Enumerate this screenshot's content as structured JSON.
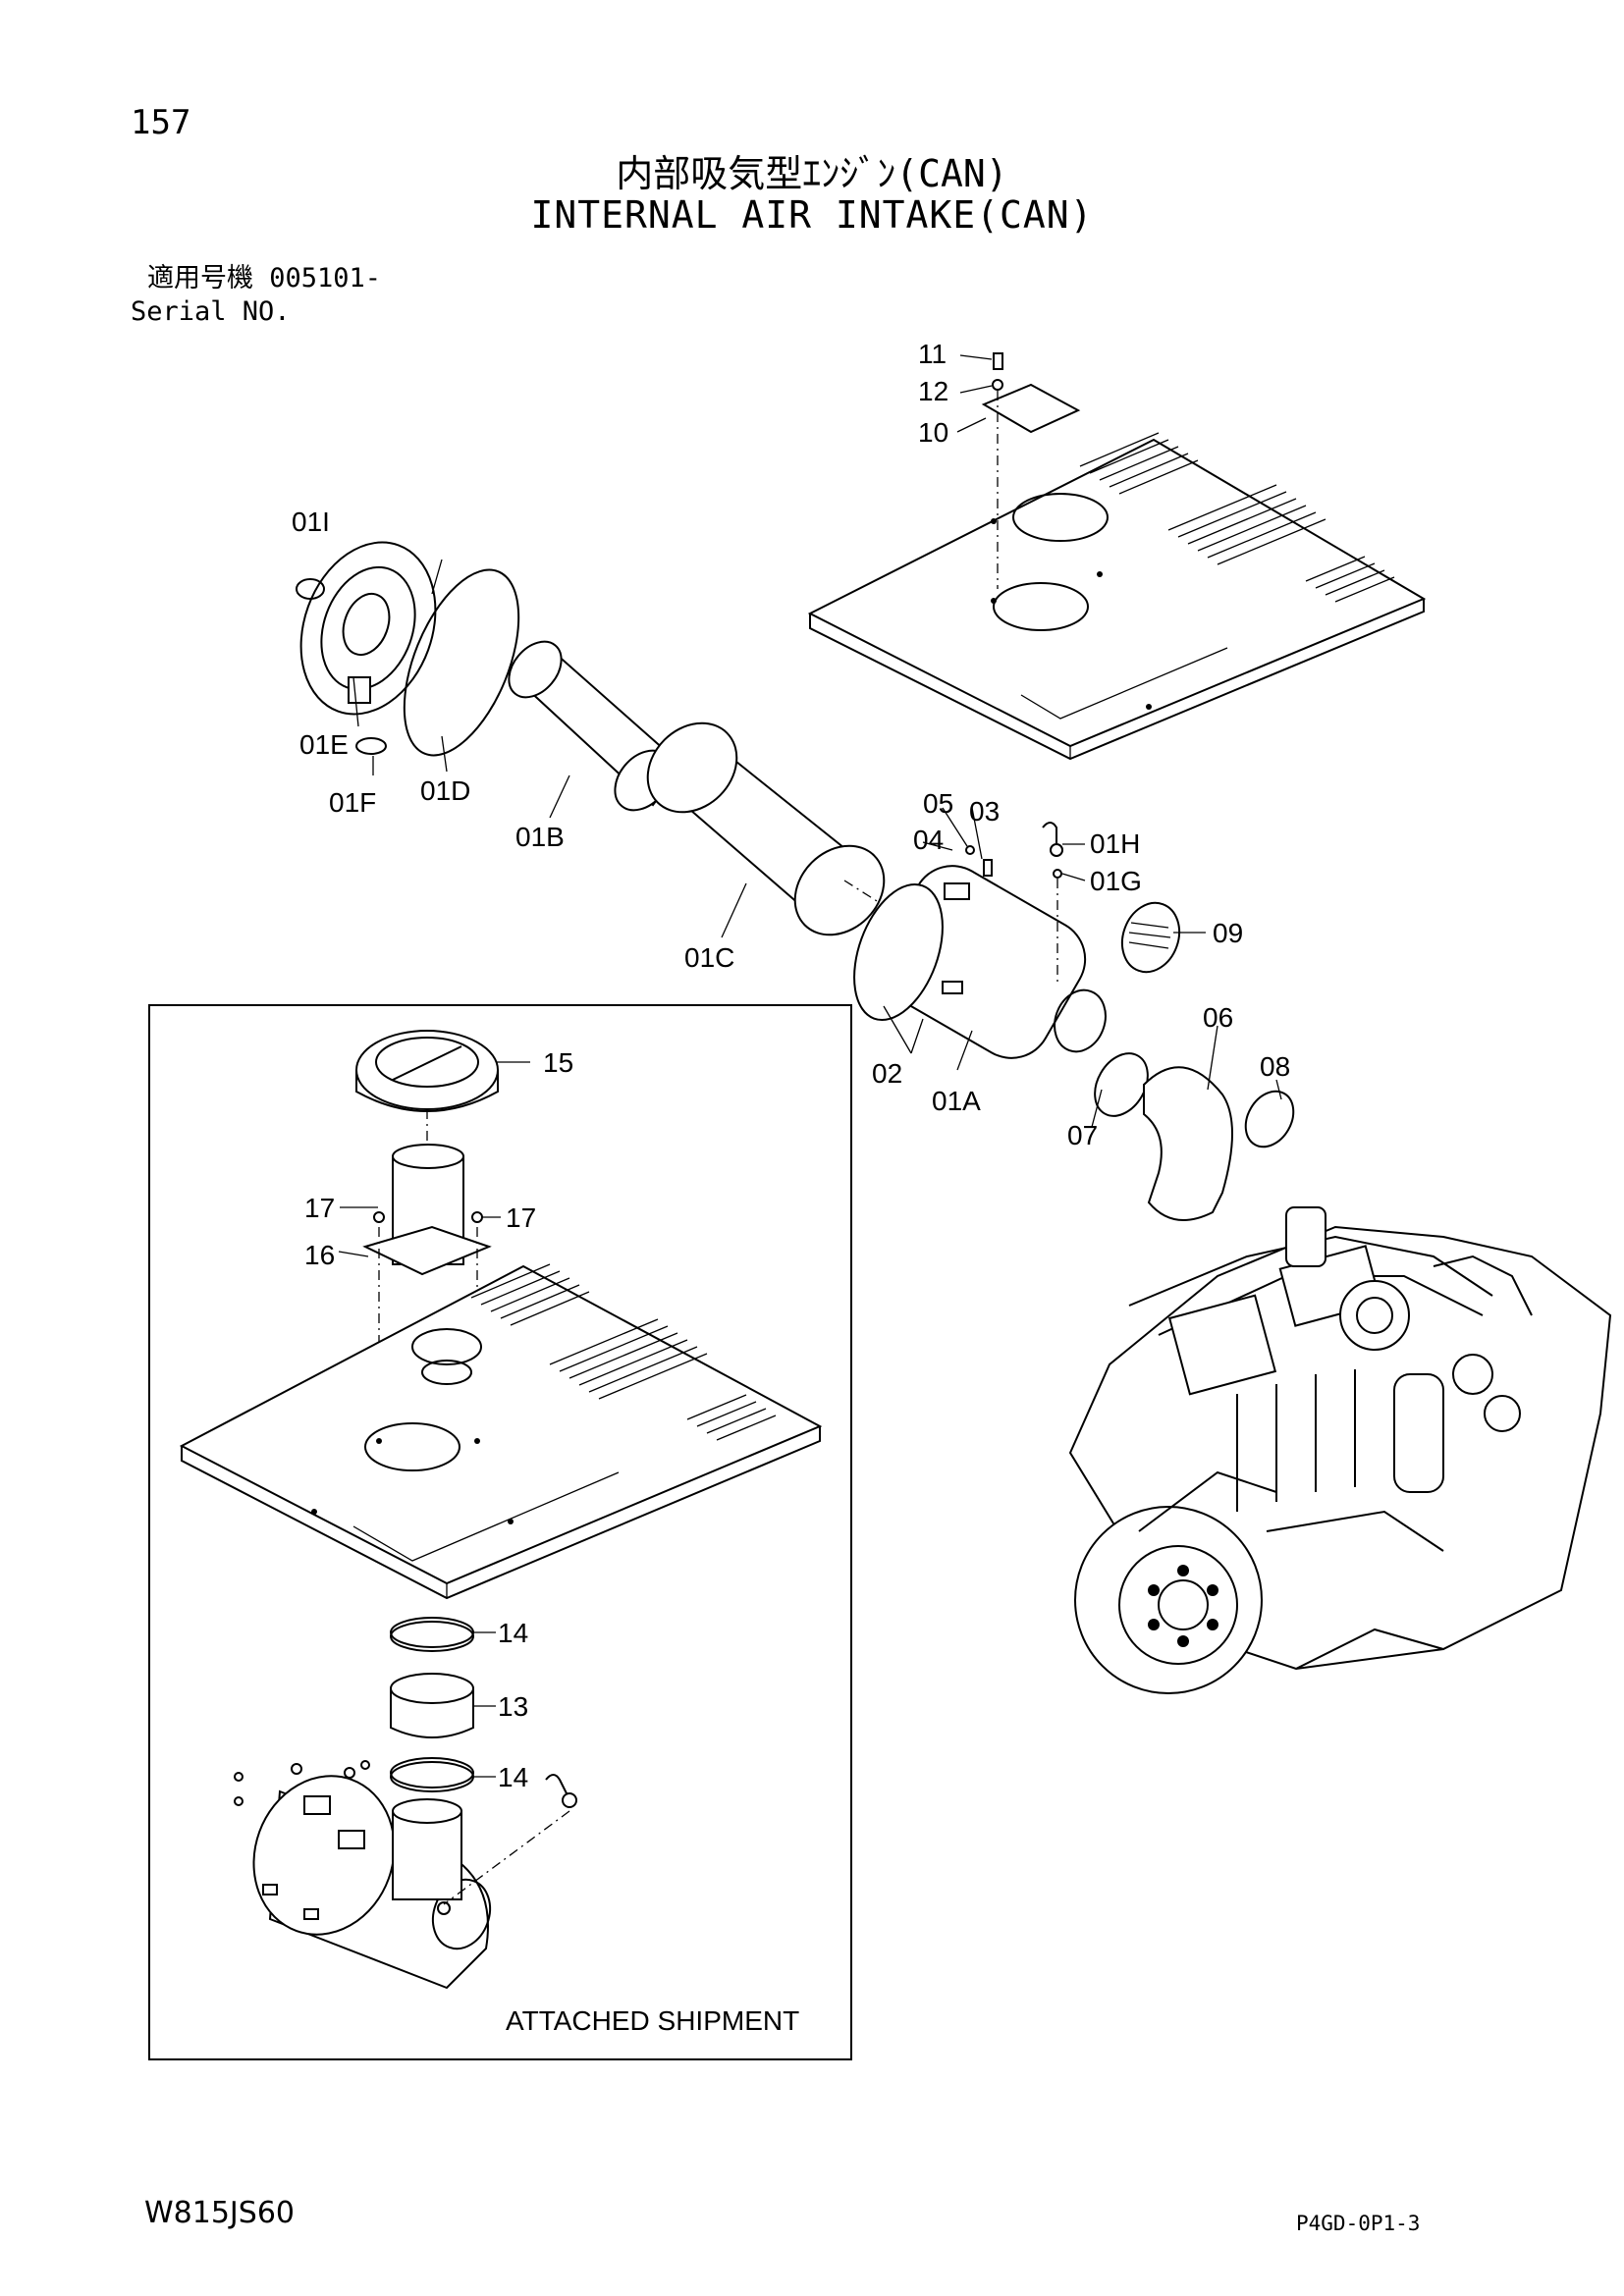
{
  "page": {
    "number": "157",
    "title_jp": "内部吸気型ｴﾝｼﾞﾝ(CAN)",
    "title_en": "INTERNAL AIR INTAKE(CAN)",
    "serial_jp": "適用号機 005101-",
    "serial_en": "Serial NO.",
    "footer_left": "W815JS60",
    "footer_right": "P4GD-0P1-3"
  },
  "callouts": {
    "c11": "11",
    "c12": "12",
    "c10": "10",
    "c01I": "01I",
    "c01E": "01E",
    "c01F": "01F",
    "c01D": "01D",
    "c01B": "01B",
    "c01C": "01C",
    "c05": "05",
    "c03": "03",
    "c04": "04",
    "c01H": "01H",
    "c01G": "01G",
    "c09": "09",
    "c06": "06",
    "c02": "02",
    "c01A": "01A",
    "c07": "07",
    "c08": "08",
    "c15": "15",
    "c17a": "17",
    "c17b": "17",
    "c16": "16",
    "c14a": "14",
    "c13": "13",
    "c14b": "14"
  },
  "inset": {
    "label": "ATTACHED SHIPMENT"
  }
}
